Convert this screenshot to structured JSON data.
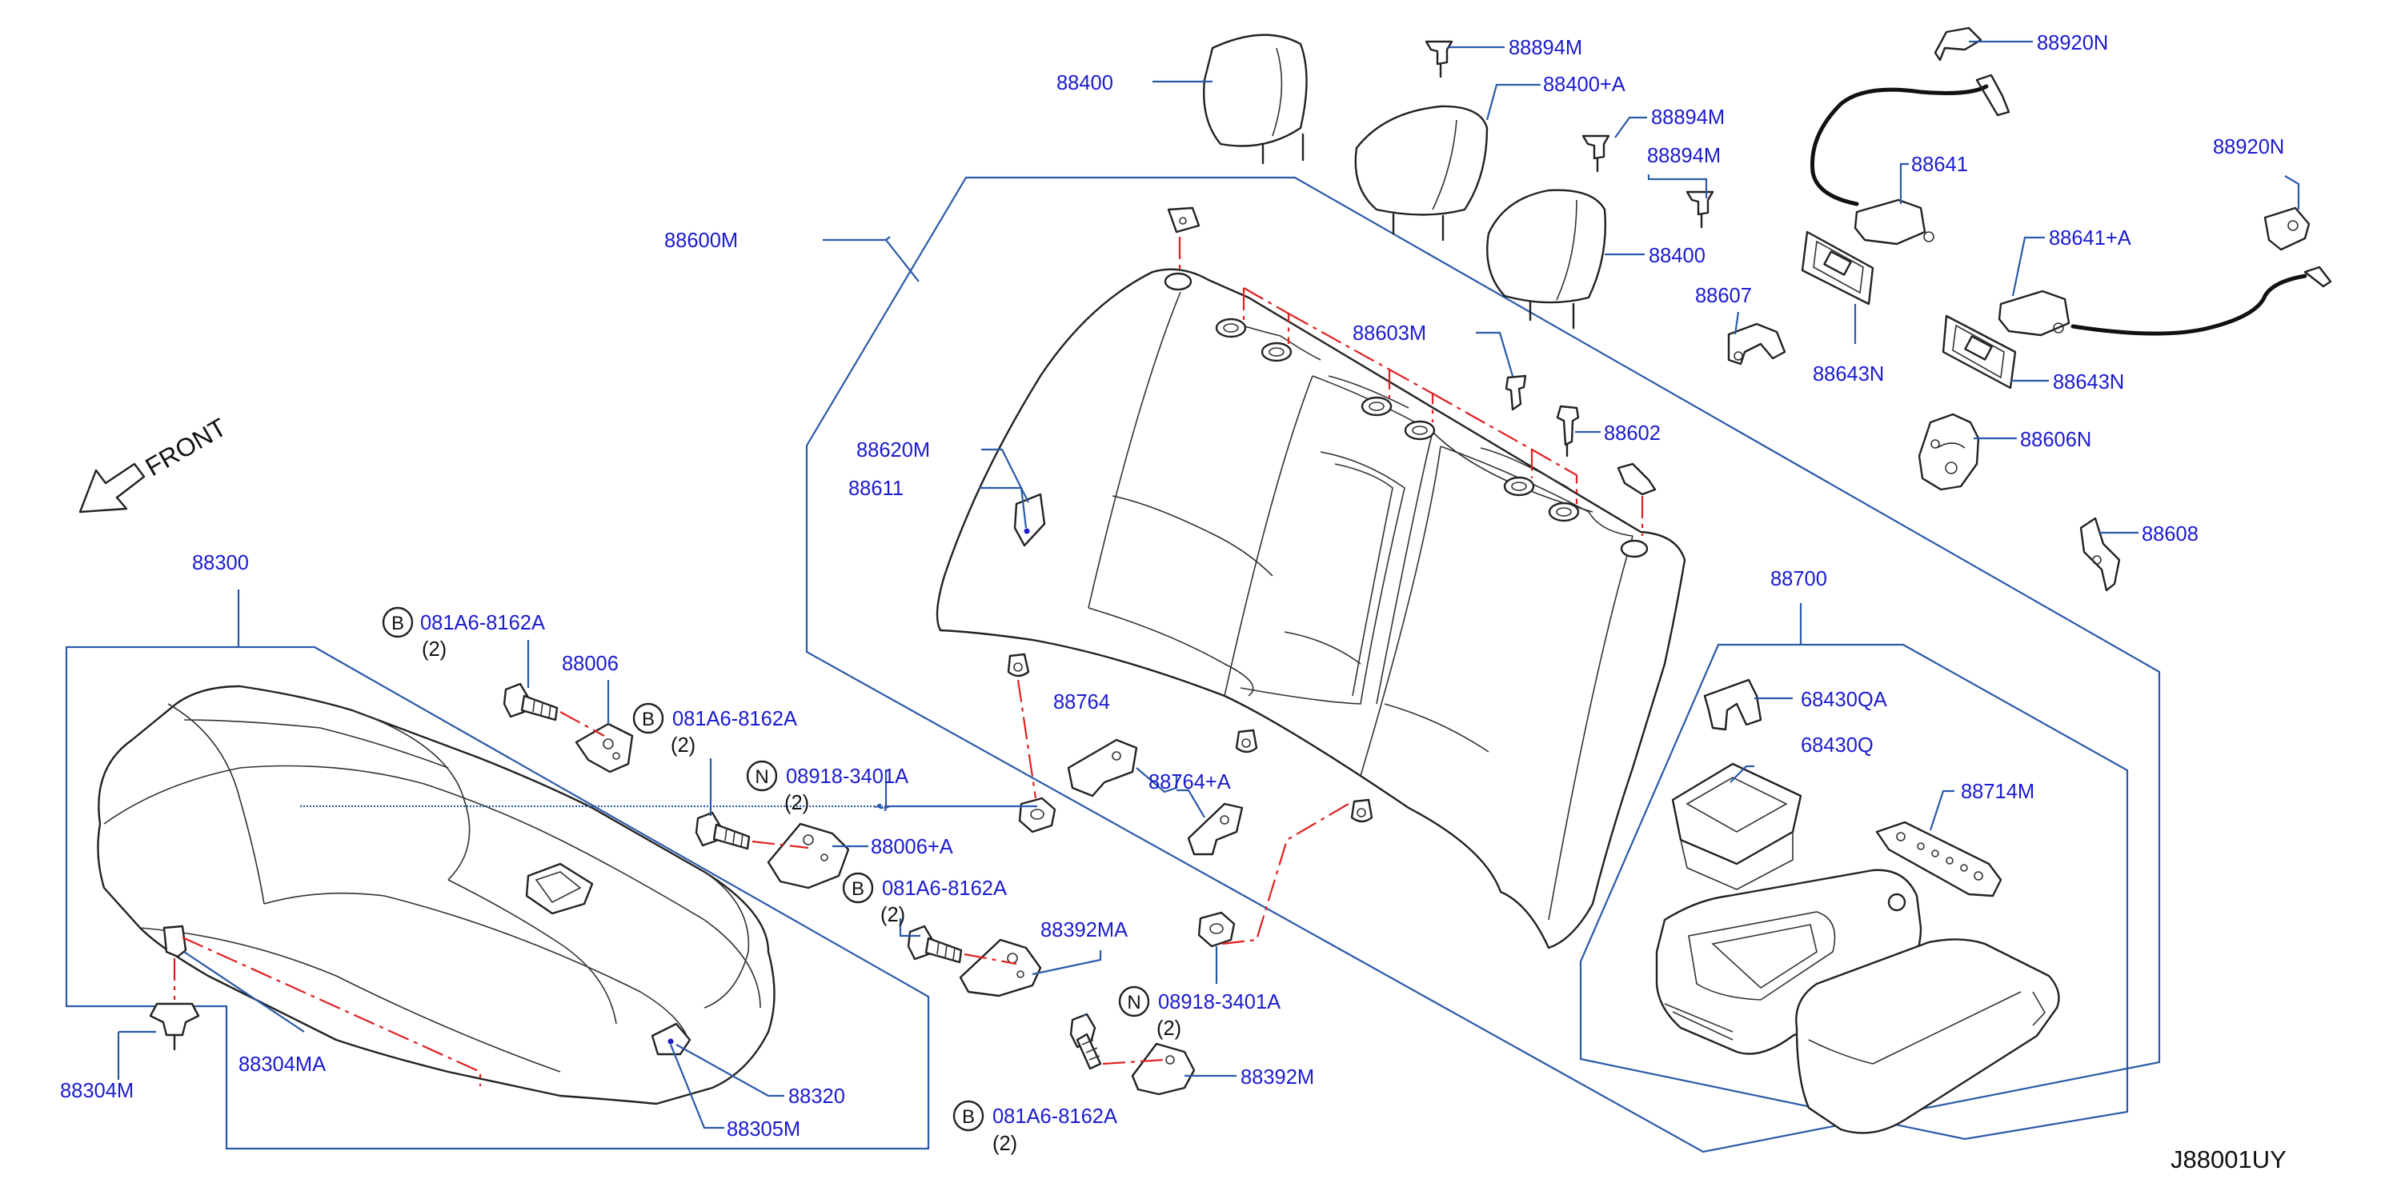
{
  "diagram_code": "J88001UY",
  "front_label": "FRONT",
  "parts": {
    "p88400_a": "88400",
    "p88400_b": "88400",
    "p88400A": "88400+A",
    "p88894M_a": "88894M",
    "p88894M_b": "88894M",
    "p88894M_c": "88894M",
    "p88920N_a": "88920N",
    "p88920N_b": "88920N",
    "p88641": "88641",
    "p88641A": "88641+A",
    "p88643N_a": "88643N",
    "p88643N_b": "88643N",
    "p88607": "88607",
    "p88606N": "88606N",
    "p88608": "88608",
    "p88600M": "88600M",
    "p88603M": "88603M",
    "p88602": "88602",
    "p88620M": "88620M",
    "p88611": "88611",
    "p88700": "88700",
    "p68430QA": "68430QA",
    "p68430Q": "68430Q",
    "p88714M": "88714M",
    "p88300": "88300",
    "p88006": "88006",
    "p88006A": "88006+A",
    "p88764": "88764",
    "p88764A": "88764+A",
    "p88392MA": "88392MA",
    "p88392M": "88392M",
    "p88304M": "88304M",
    "p88304MA": "88304MA",
    "p88320": "88320",
    "p88305M": "88305M"
  },
  "fasteners": {
    "b1": {
      "mark": "B",
      "part": "081A6-8162A",
      "qty": "(2)"
    },
    "b2": {
      "mark": "B",
      "part": "081A6-8162A",
      "qty": "(2)"
    },
    "b3": {
      "mark": "B",
      "part": "081A6-8162A",
      "qty": "(2)"
    },
    "b4": {
      "mark": "B",
      "part": "081A6-8162A",
      "qty": "(2)"
    },
    "n1": {
      "mark": "N",
      "part": "08918-3401A",
      "qty": "(2)"
    },
    "n2": {
      "mark": "N",
      "part": "08918-3401A",
      "qty": "(2)"
    }
  },
  "colors": {
    "label": "#1b1bd0",
    "leader": "#2a5aa8",
    "alignment_line": "#e02020",
    "part_outline": "#222222"
  }
}
